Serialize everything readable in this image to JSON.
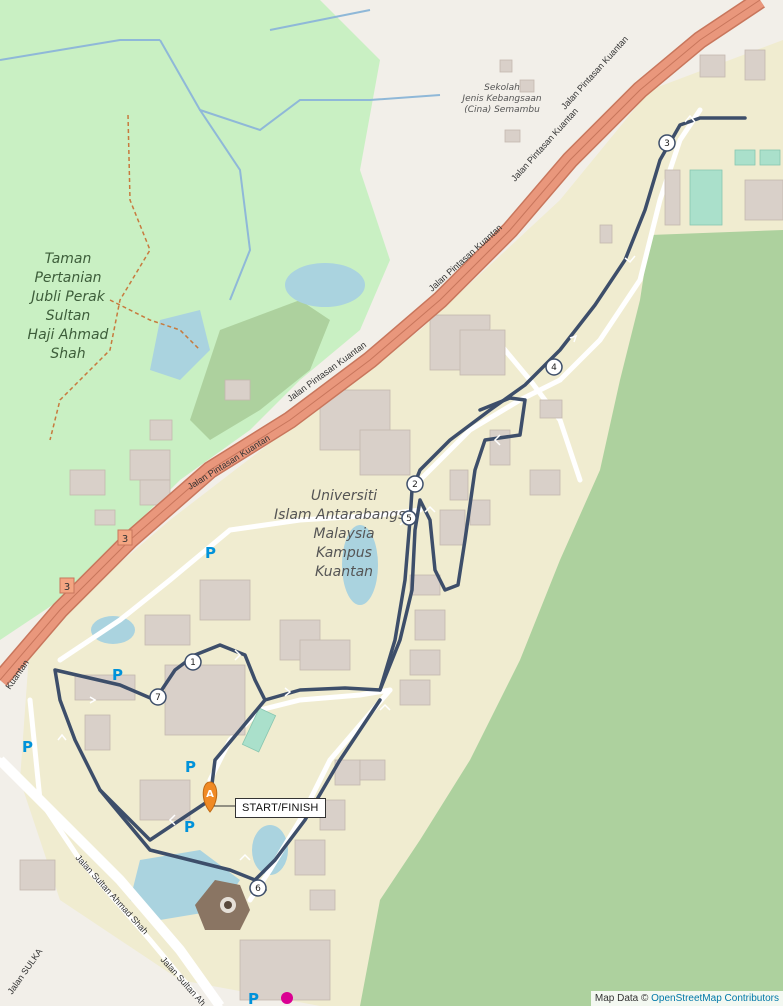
{
  "map": {
    "area_labels": {
      "park": [
        "Taman",
        "Pertanian",
        "Jubli Perak",
        "Sultan",
        "Haji Ahmad",
        "Shah"
      ],
      "university": [
        "Universiti",
        "Islam Antarabangsa",
        "Malaysia",
        "Kampus",
        "Kuantan"
      ],
      "school": [
        "Sekolah",
        "Jenis Kebangsaan",
        "(Cina) Semambu"
      ]
    },
    "road_labels": {
      "highway": "Jalan Pintasan Kuantan",
      "highway_short": "Kuantan",
      "sultan_road": "Jalan Sultan Ahmad Shah",
      "sultan_road_short": "Jalan Sultan Ah",
      "sulka": "Jalan SULKA"
    },
    "route_shield": "3",
    "parking_symbol": "P",
    "checkpoints": [
      "1",
      "2",
      "3",
      "4",
      "5",
      "6",
      "7"
    ],
    "start_marker": "A",
    "start_finish_label": "START/FINISH",
    "attribution": {
      "prefix": "Map Data © ",
      "link": "OpenStreetMap Contributors"
    },
    "colors": {
      "land": "#f2efe9",
      "campus": "#f0ecd0",
      "park": "#c9f0c3",
      "forest": "#add19e",
      "water": "#aad3df",
      "highway": "#e9977c",
      "building": "#d9d0c9",
      "route": "#3d4e6a",
      "marker": "#f08a24"
    }
  }
}
